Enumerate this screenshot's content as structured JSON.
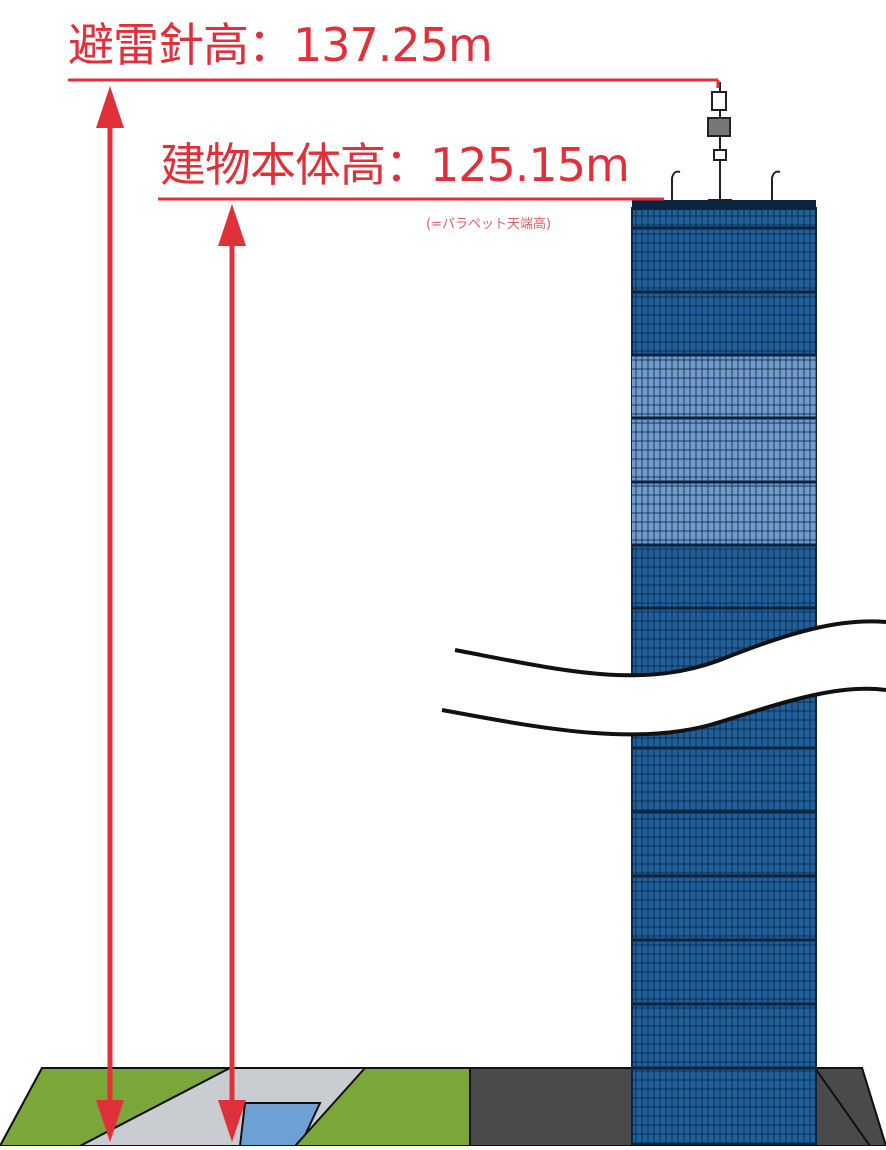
{
  "labels": {
    "lightning_rod_height": "避雷針高：137.25m",
    "building_body_height": "建物本体高：125.15m",
    "parapet_note": "(=パラペット天端高)"
  },
  "colors": {
    "accent_red": "#e0303a",
    "tower_blue": "#1f5f9a",
    "tower_light_blue": "#6f9ccc",
    "tower_grid": "#0c2440",
    "ground_green": "#7aa63a",
    "ground_gray": "#c9ccd0",
    "ground_dark": "#4a4a4a"
  },
  "icons": {
    "arrow": "up-down-arrow-icon",
    "break": "wavy-break-icon",
    "antenna": "antenna-icon"
  }
}
